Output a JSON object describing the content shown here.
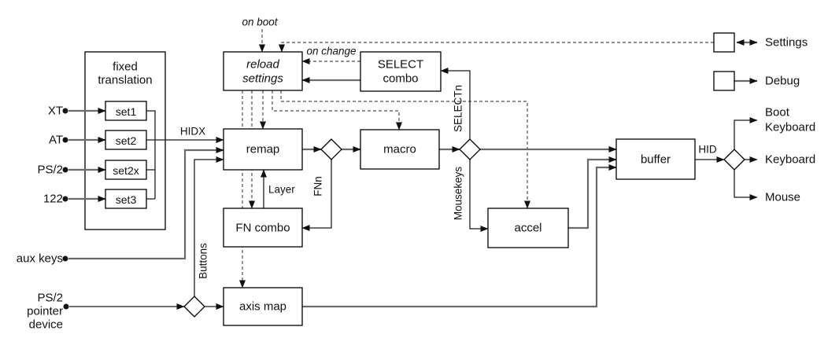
{
  "diagram": {
    "background": "#ffffff",
    "colors": {
      "box_border": "#000000",
      "line": "#1c1c1c",
      "flow_line": "#6a6a6a",
      "dashed_line": "#4f4f4f",
      "text": "#111111"
    },
    "nodes": {
      "fixed_translation": {
        "lines": [
          "fixed",
          "translation"
        ]
      },
      "set1": {
        "label": "set1"
      },
      "set2": {
        "label": "set2"
      },
      "set2x": {
        "label": "set2x"
      },
      "set3": {
        "label": "set3"
      },
      "reload_settings": {
        "lines": [
          "reload",
          "settings"
        ]
      },
      "select_combo": {
        "lines": [
          "SELECT",
          "combo"
        ]
      },
      "remap": {
        "label": "remap"
      },
      "macro": {
        "label": "macro"
      },
      "fn_combo": {
        "label": "FN combo"
      },
      "axis_map": {
        "label": "axis map"
      },
      "accel": {
        "label": "accel"
      },
      "buffer": {
        "label": "buffer"
      }
    },
    "inputs": {
      "xt": "XT",
      "at": "AT",
      "ps2": "PS/2",
      "k122": "122",
      "aux_keys": "aux keys",
      "ps2_pointer": {
        "lines": [
          "PS/2",
          "pointer",
          "device"
        ]
      }
    },
    "outputs": {
      "settings": "Settings",
      "debug": "Debug",
      "boot_keyboard": {
        "lines": [
          "Boot",
          "Keyboard"
        ]
      },
      "keyboard": "Keyboard",
      "mouse": "Mouse"
    },
    "edge_labels": {
      "on_boot": "on boot",
      "on_change": "on change",
      "hidx": "HIDX",
      "layer": "Layer",
      "fnn": "FNn",
      "buttons": "Buttons",
      "selectn": "SELECTn",
      "mousekeys": "Mousekeys",
      "hid": "HID"
    }
  }
}
